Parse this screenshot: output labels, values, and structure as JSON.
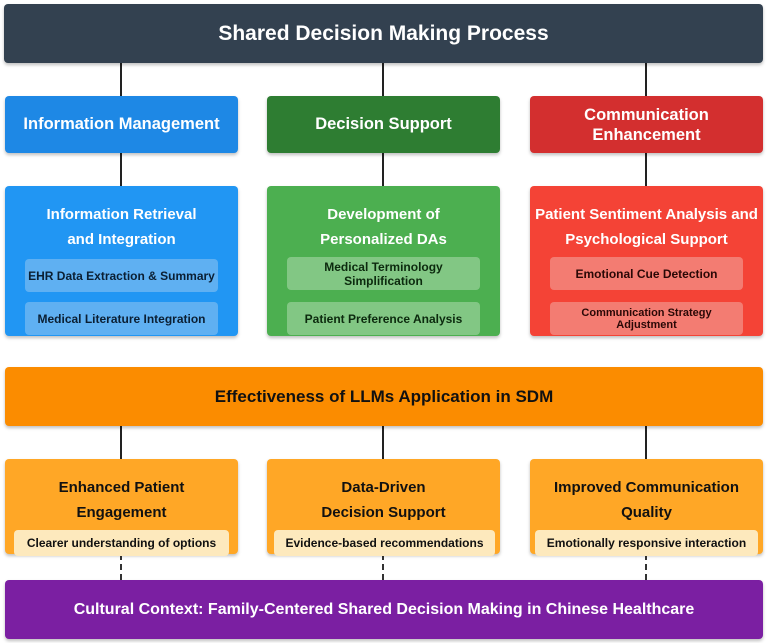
{
  "header": {
    "title": "Shared Decision Making Process"
  },
  "categories": [
    {
      "label": "Information Management",
      "color": "#1e88e5"
    },
    {
      "label": "Decision Support",
      "color": "#2e7d32"
    },
    {
      "label": "Communication Enhancement",
      "color": "#d32f2f"
    }
  ],
  "details": [
    {
      "title": "Information Retrieval and Integration",
      "color": "#2196f3",
      "items": [
        "EHR Data Extraction & Summary",
        "Medical Literature Integration"
      ]
    },
    {
      "title": "Development of Personalized DAs",
      "color": "#4caf50",
      "items": [
        "Medical Terminology Simplification",
        "Patient Preference Analysis"
      ]
    },
    {
      "title": "Patient Sentiment Analysis and Psychological Support",
      "color": "#f44336",
      "items": [
        "Emotional Cue Detection",
        "Communication Strategy Adjustment"
      ]
    }
  ],
  "effectiveness": {
    "title": "Effectiveness of LLMs Application in SDM",
    "color": "#fb8c00"
  },
  "outcomes": [
    {
      "title": "Enhanced Patient Engagement",
      "note": "Clearer understanding of options"
    },
    {
      "title": "Data-Driven Decision Support",
      "note": "Evidence-based recommendations"
    },
    {
      "title": "Improved Communication Quality",
      "note": "Emotionally responsive interaction"
    }
  ],
  "footer": {
    "title": "Cultural Context: Family-Centered Shared Decision Making in Chinese Healthcare",
    "color": "#7b1fa2"
  }
}
